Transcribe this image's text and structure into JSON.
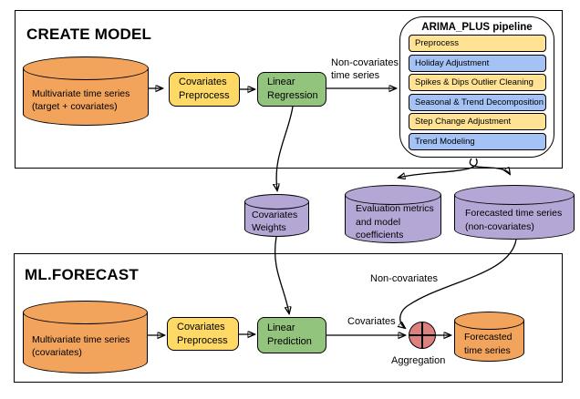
{
  "colors": {
    "orange": "#F2A35C",
    "yellow": "#FFD966",
    "green": "#93C47D",
    "purple": "#B4A7D6",
    "pipeYellow": "#FFE294",
    "pipeBlue": "#A4C2F4",
    "red": "#DD8080",
    "line": "#000000"
  },
  "create_model": {
    "title": "CREATE MODEL",
    "input_label": "Multivariate time series\n(target + covariates)",
    "preprocess_label": "Covariates\nPreprocess",
    "regression_label": "Linear\nRegression",
    "edge_label": "Non-covariates\ntime series",
    "pipeline": {
      "title": "ARIMA_PLUS pipeline",
      "steps": [
        "Preprocess",
        "Holiday Adjustment",
        "Spikes & Dips Outlier Cleaning",
        "Seasonal & Trend Decomposition",
        "Step Change Adjustment",
        "Trend Modeling"
      ]
    }
  },
  "outputs": {
    "covariates_weights": "Covariates\nWeights",
    "evaluation_metrics": "Evaluation metrics\nand model\ncoefficients",
    "forecast_non_covariates": "Forecasted time series\n(non-covariates)"
  },
  "ml_forecast": {
    "title": "ML.FORECAST",
    "input_label": "Multivariate time series\n(covariates)",
    "preprocess_label": "Covariates\nPreprocess",
    "prediction_label": "Linear\nPrediction",
    "covariates_edge_label": "Covariates",
    "non_covariates_edge_label": "Non-covariates",
    "aggregation_label": "Aggregation",
    "output_label": "Forecasted\ntime series"
  }
}
